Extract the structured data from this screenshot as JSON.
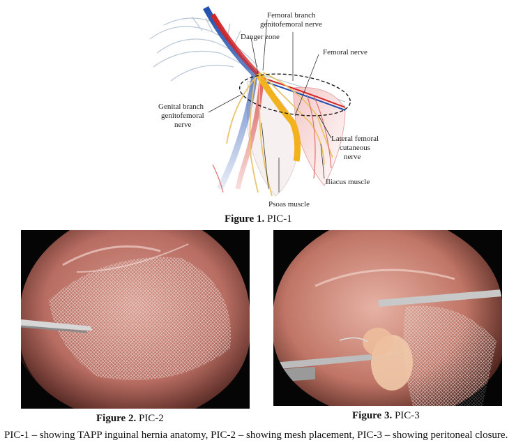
{
  "figure1": {
    "labels": {
      "femoral_branch_line1": "Femoral branch",
      "femoral_branch_line2": "genitofemoral nerve",
      "danger_zone": "Danger zone",
      "femoral_nerve": "Femoral nerve",
      "genital_branch_line1": "Genital branch",
      "genital_branch_line2": "genitofemoral",
      "genital_branch_line3": "nerve",
      "lateral_line1": "Lateral femoral",
      "lateral_line2": "cutaneous",
      "lateral_line3": "nerve",
      "iliacus": "Iliacus muscle",
      "psoas": "Psoas muscle"
    },
    "caption_bold": "Figure 1.",
    "caption_text": " PIC-1"
  },
  "figure2": {
    "caption_bold": "Figure 2.",
    "caption_text": " PIC-2"
  },
  "figure3": {
    "caption_bold": "Figure 3.",
    "caption_text": " PIC-3"
  },
  "footer_caption": "PIC-1 – showing TAPP inguinal hernia anatomy, PIC-2 – showing mesh placement, PIC-3 – showing peritoneal closure."
}
